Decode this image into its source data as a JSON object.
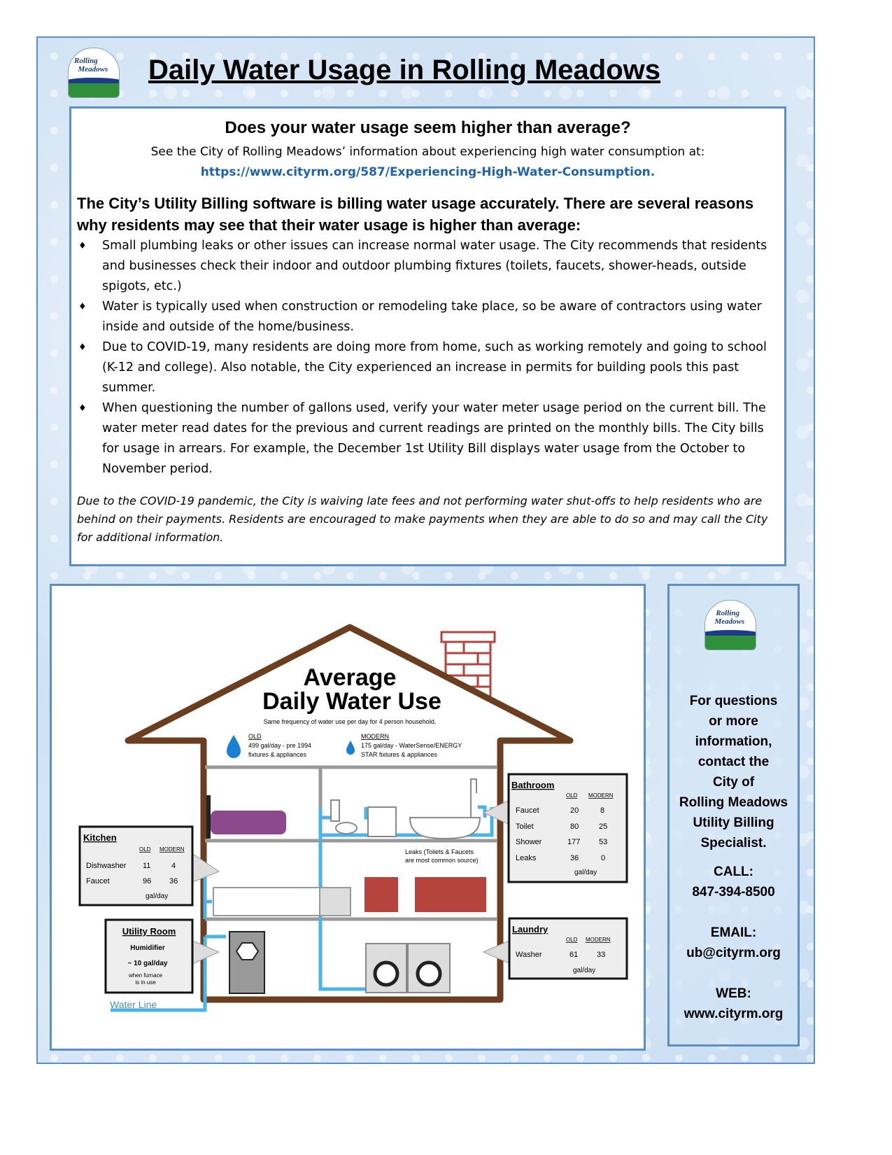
{
  "header": {
    "title": "Daily Water Usage in Rolling Meadows",
    "logo_text": "Rolling Meadows"
  },
  "info": {
    "question": "Does your water usage seem higher than average?",
    "intro": "See the City of Rolling Meadows’ information about experiencing high water consumption at:",
    "url": "https://www.cityrm.org/587/Experiencing-High-Water-Consumption.",
    "lead": "The City’s Utility Billing software is billing water usage accurately.  There are several reasons why residents may see that their water usage is higher than average:",
    "bullets": [
      "Small plumbing leaks or other issues can increase normal water usage.  The City recommends that residents and businesses check their indoor and outdoor plumbing fixtures (toilets, faucets, shower-heads, outside spigots, etc.)",
      "Water is typically used when construction or remodeling take place, so be aware of contractors using water inside and outside of the home/business.",
      "Due to COVID-19, many residents are doing more from home, such as working remotely and going to school (K-12 and college).  Also notable, the City experienced an increase in permits for building pools this past summer.",
      "When questioning the number of gallons used, verify your water meter usage period on the current bill.  The water meter read dates for the previous and current readings are printed on the monthly bills.  The City bills for usage in arrears.  For example, the December 1st Utility Bill displays water usage from the October to November period."
    ],
    "note": "Due to the COVID-19 pandemic, the City is waiving late fees and not performing water shut-offs to help residents who are behind on their payments. Residents are encouraged to make payments when they are able to do so and may call the City for additional information."
  },
  "diagram": {
    "title1": "Average",
    "title2": "Daily Water Use",
    "subtitle": "Same frequency of water use per day for 4 person household.",
    "old": {
      "label": "OLD",
      "line1": "499 gal/day - pre 1994",
      "line2": "fixtures & appliances"
    },
    "modern": {
      "label": "MODERN",
      "line1": "175 gal/day - WaterSense/ENERGY",
      "line2": "STAR fixtures & appliances"
    },
    "leaks_note1": "Leaks  (Toilets & Faucets",
    "leaks_note2": "are most common source)",
    "water_line": "Water Line",
    "col_old": "OLD",
    "col_modern": "MODERN",
    "unit": "gal/day",
    "kitchen": {
      "title": "Kitchen",
      "rows": [
        {
          "item": "Dishwasher",
          "old": "11",
          "modern": "4"
        },
        {
          "item": "Faucet",
          "old": "96",
          "modern": "36"
        }
      ]
    },
    "bathroom": {
      "title": "Bathroom",
      "rows": [
        {
          "item": "Faucet",
          "old": "20",
          "modern": "8"
        },
        {
          "item": "Toilet",
          "old": "80",
          "modern": "25"
        },
        {
          "item": "Shower",
          "old": "177",
          "modern": "53"
        },
        {
          "item": "Leaks",
          "old": "36",
          "modern": "0"
        }
      ]
    },
    "laundry": {
      "title": "Laundry",
      "rows": [
        {
          "item": "Washer",
          "old": "61",
          "modern": "33"
        }
      ]
    },
    "utility": {
      "title": "Utility Room",
      "item": "Humidifier",
      "value": "~ 10 gal/day",
      "note1": "when furnace",
      "note2": "is in use"
    }
  },
  "sidebar": {
    "lines": [
      "For questions",
      "or more",
      "information,",
      "contact the",
      "City of",
      "Rolling Meadows",
      "Utility Billing",
      "Specialist."
    ],
    "call_label": "CALL:",
    "phone": "847-394-8500",
    "email_label": "EMAIL:",
    "email": "ub@cityrm.org",
    "web_label": "WEB:",
    "web": "www.cityrm.org"
  },
  "colors": {
    "border": "#5b8fc6",
    "link": "#1f63b0",
    "house": "#6b3e1f",
    "pipe": "#4bb4e6"
  }
}
